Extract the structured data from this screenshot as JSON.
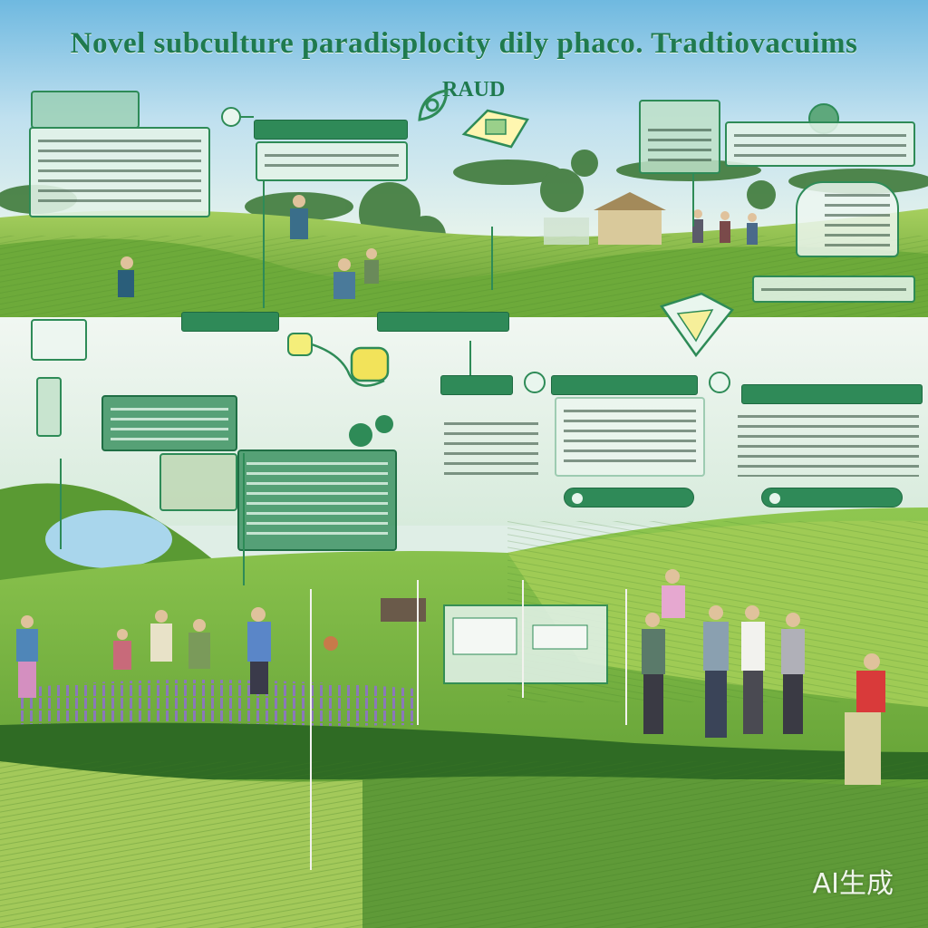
{
  "title": "Novel subculture paradisplocity dily phaco. Tradtiovacuims",
  "subtitle": "RAUD",
  "watermark": "AI生成",
  "colors": {
    "accent": "#2e8b57",
    "panel": "#e2f2e8",
    "sky": "#7fc3e4",
    "field": "#6fae3c",
    "lavender": "#9b7fd0"
  },
  "icons": [
    "leaf-icon",
    "chevron-icon",
    "circle-badge-icon"
  ]
}
